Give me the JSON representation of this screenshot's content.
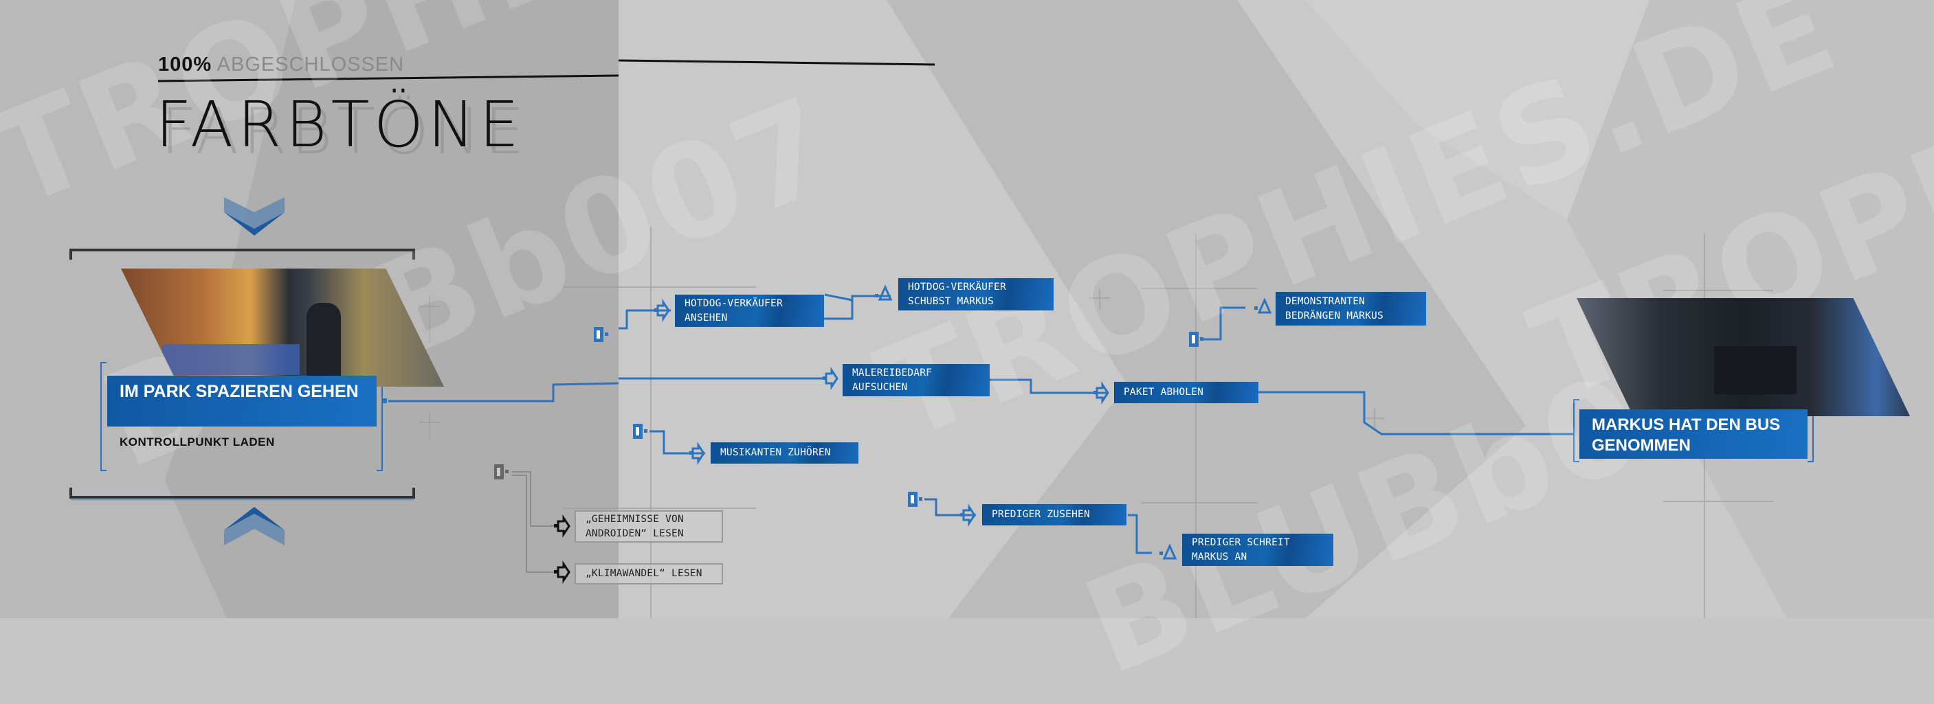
{
  "watermark": [
    "TROPHIES.DE",
    "BLUBb007"
  ],
  "header": {
    "progress_percent": "100%",
    "progress_label": "ABGESCHLOSSEN",
    "chapter_title": "FARBTÖNE"
  },
  "start_card": {
    "title": "IM PARK SPAZIEREN GEHEN",
    "action": "KONTROLLPUNKT LADEN"
  },
  "end_card": {
    "title": "MARKUS HAT DEN BUS GENOMMEN"
  },
  "nodes": [
    {
      "label": "HOTDOG-VERKÄUFER ANSEHEN",
      "state": "unlocked"
    },
    {
      "label": "HOTDOG-VERKÄUFER SCHUBST MARKUS",
      "state": "unlocked"
    },
    {
      "label": "MALEREIBEDARF AUFSUCHEN",
      "state": "unlocked"
    },
    {
      "label": "MUSIKANTEN ZUHÖREN",
      "state": "unlocked"
    },
    {
      "label": "„GEHEIMNISSE VON ANDROIDEN“ LESEN",
      "state": "locked"
    },
    {
      "label": "„KLIMAWANDEL“ LESEN",
      "state": "locked"
    },
    {
      "label": "PREDIGER ZUSEHEN",
      "state": "unlocked"
    },
    {
      "label": "PREDIGER SCHREIT MARKUS AN",
      "state": "unlocked"
    },
    {
      "label": "PAKET ABHOLEN",
      "state": "unlocked"
    },
    {
      "label": "DEMONSTRANTEN BEDRÄNGEN MARKUS",
      "state": "unlocked"
    }
  ],
  "colors": {
    "accent": "#1566b0",
    "line": "#2a74c0",
    "locked": "#666666"
  }
}
